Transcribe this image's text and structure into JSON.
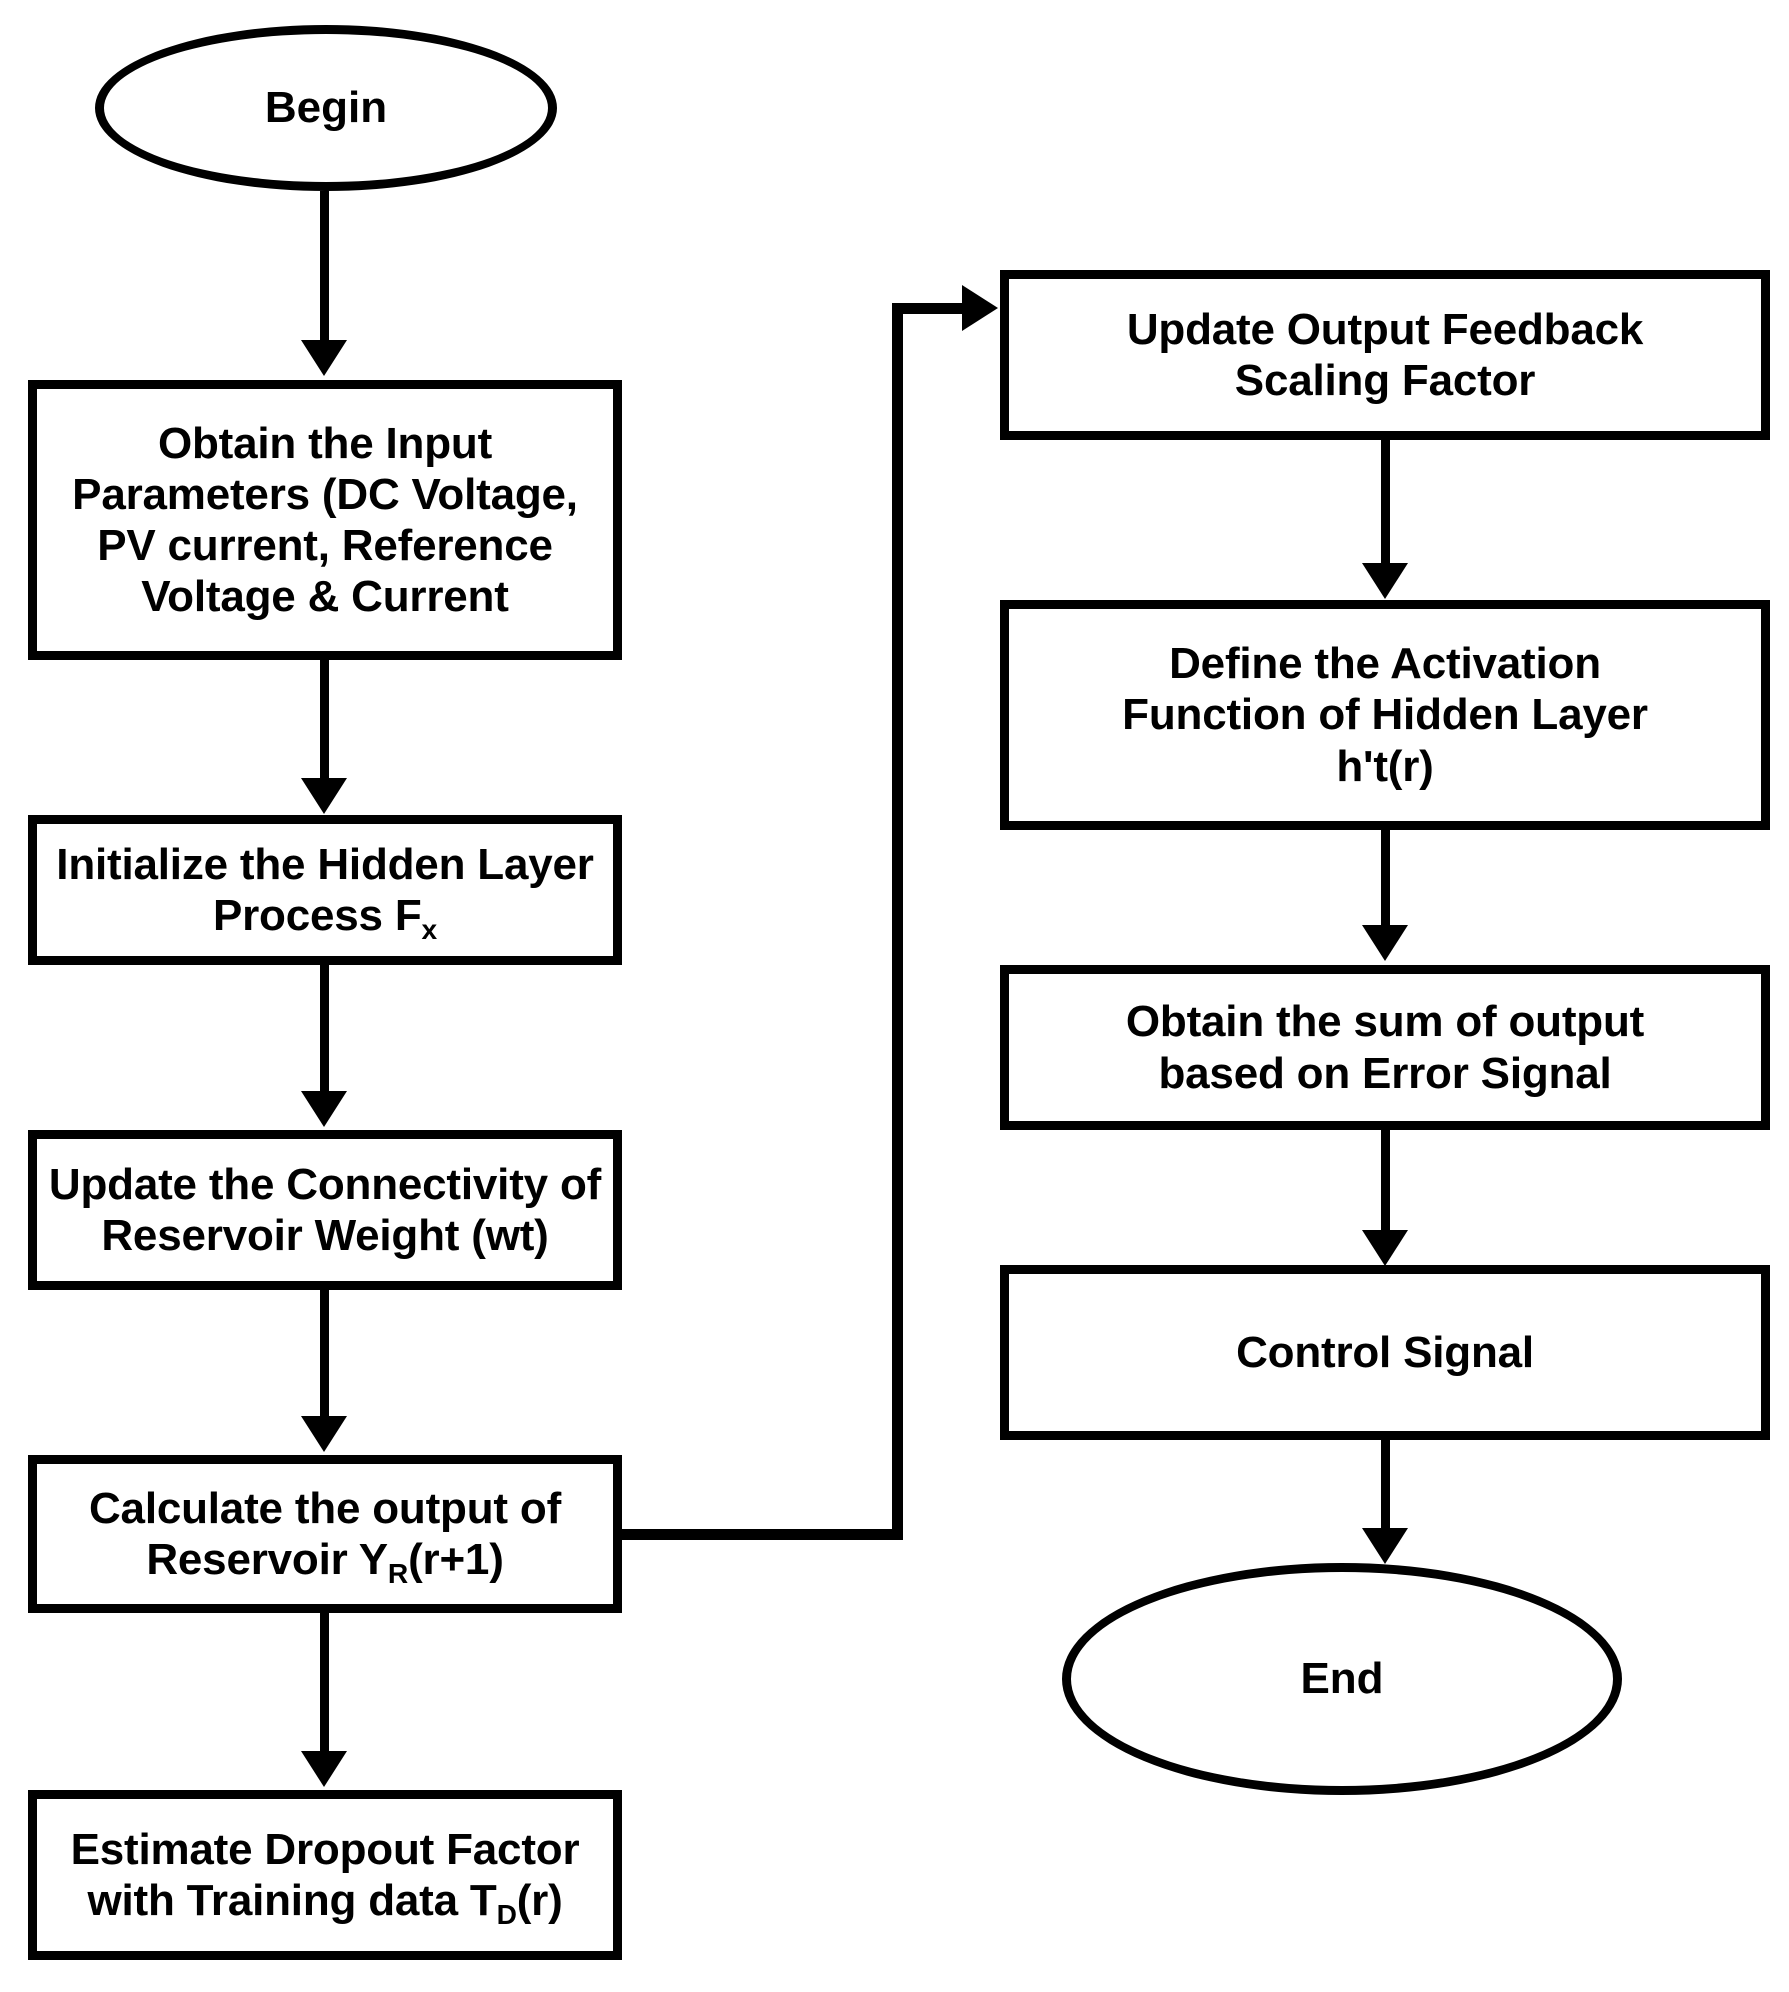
{
  "diagram": {
    "title": "Reservoir computing control algorithm flowchart",
    "stroke_color": "#000000",
    "background_color": "#ffffff",
    "nodes": [
      {
        "id": "begin",
        "shape": "ellipse",
        "label": "Begin",
        "column": "left"
      },
      {
        "id": "obtain-input-parameters",
        "shape": "process",
        "label": "Obtain the Input\nParameters (DC Voltage,\nPV current, Reference\nVoltage & Current",
        "column": "left"
      },
      {
        "id": "initialize-hidden-layer",
        "shape": "process",
        "label_line1": "Initialize the Hidden Layer",
        "label_line2_pre": "Process F",
        "label_line2_sub": "x",
        "column": "left"
      },
      {
        "id": "update-reservoir-weight",
        "shape": "process",
        "label": "Update the Connectivity of\nReservoir Weight (wt)",
        "column": "left"
      },
      {
        "id": "calculate-reservoir-output",
        "shape": "process",
        "label_line1": "Calculate the output of",
        "label_line2_pre": "Reservoir Y",
        "label_line2_sub": "R",
        "label_line2_post": "(r+1)",
        "column": "left"
      },
      {
        "id": "estimate-dropout-factor",
        "shape": "process",
        "label_line1": "Estimate Dropout Factor",
        "label_line2_pre": "with Training data T",
        "label_line2_sub": "D",
        "label_line2_post": "(r)",
        "column": "left"
      },
      {
        "id": "update-output-feedback-scaling-factor",
        "shape": "process",
        "label": "Update Output Feedback\nScaling Factor",
        "column": "right"
      },
      {
        "id": "define-activation-function",
        "shape": "process",
        "label": "Define the Activation\nFunction of Hidden Layer\nh't(r)",
        "column": "right"
      },
      {
        "id": "obtain-sum-of-output",
        "shape": "process",
        "label": "Obtain the sum of output\nbased on Error Signal",
        "column": "right"
      },
      {
        "id": "control-signal",
        "shape": "process",
        "label": "Control Signal",
        "column": "right"
      },
      {
        "id": "end",
        "shape": "ellipse",
        "label": "End",
        "column": "right"
      }
    ],
    "edges": [
      {
        "from": "begin",
        "to": "obtain-input-parameters",
        "style": "straight-down"
      },
      {
        "from": "obtain-input-parameters",
        "to": "initialize-hidden-layer",
        "style": "straight-down"
      },
      {
        "from": "initialize-hidden-layer",
        "to": "update-reservoir-weight",
        "style": "straight-down"
      },
      {
        "from": "update-reservoir-weight",
        "to": "calculate-reservoir-output",
        "style": "straight-down"
      },
      {
        "from": "calculate-reservoir-output",
        "to": "estimate-dropout-factor",
        "style": "straight-down"
      },
      {
        "from": "calculate-reservoir-output",
        "to": "update-output-feedback-scaling-factor",
        "style": "right-then-up-then-right"
      },
      {
        "from": "update-output-feedback-scaling-factor",
        "to": "define-activation-function",
        "style": "straight-down"
      },
      {
        "from": "define-activation-function",
        "to": "obtain-sum-of-output",
        "style": "straight-down"
      },
      {
        "from": "obtain-sum-of-output",
        "to": "control-signal",
        "style": "straight-down"
      },
      {
        "from": "control-signal",
        "to": "end",
        "style": "straight-down"
      }
    ]
  }
}
